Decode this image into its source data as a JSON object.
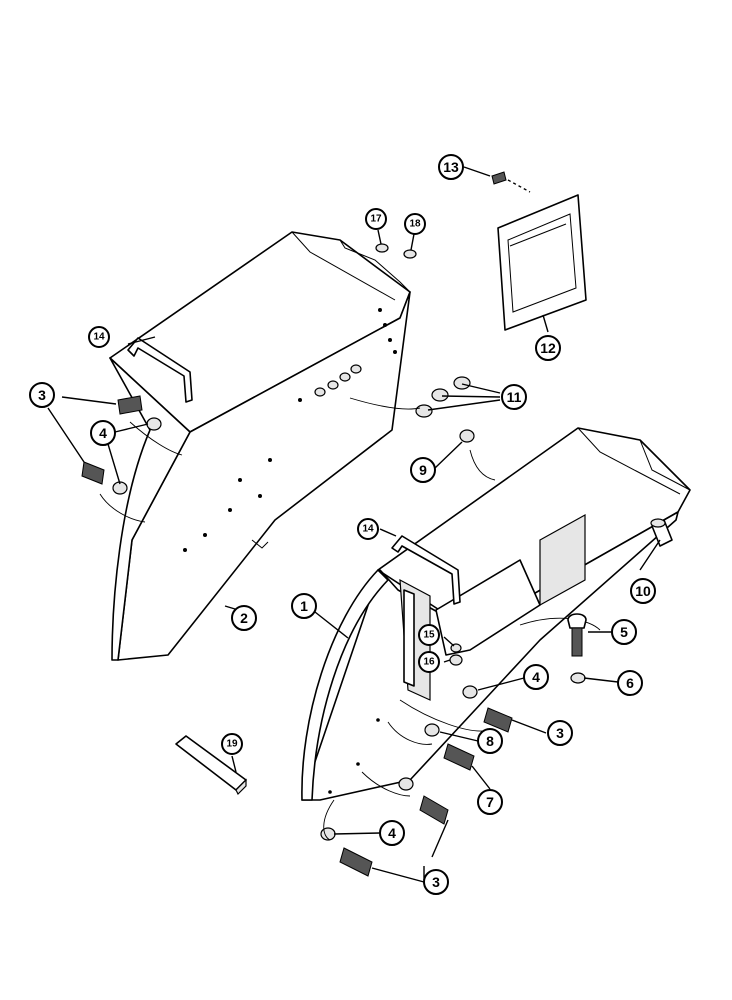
{
  "callouts": [
    {
      "label": "1"
    },
    {
      "label": "2"
    },
    {
      "label": "3"
    },
    {
      "label": "3"
    },
    {
      "label": "3"
    },
    {
      "label": "4"
    },
    {
      "label": "4"
    },
    {
      "label": "4"
    },
    {
      "label": "5"
    },
    {
      "label": "6"
    },
    {
      "label": "7"
    },
    {
      "label": "8"
    },
    {
      "label": "9"
    },
    {
      "label": "10"
    },
    {
      "label": "11"
    },
    {
      "label": "12"
    },
    {
      "label": "13"
    },
    {
      "label": "14"
    },
    {
      "label": "14"
    },
    {
      "label": "15"
    },
    {
      "label": "16"
    },
    {
      "label": "17"
    },
    {
      "label": "18"
    },
    {
      "label": "19"
    }
  ]
}
